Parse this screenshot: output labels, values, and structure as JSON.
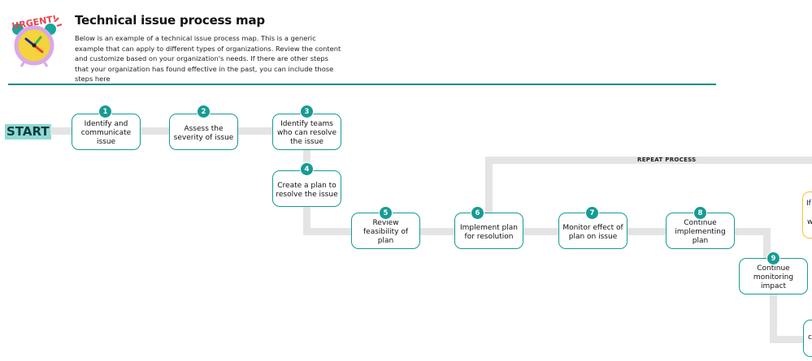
{
  "header": {
    "title": "Technical issue process map",
    "description": "Below is an example of a technical issue process map. This is a generic example that can apply to different types of organizations. Review the content and customize based on your organization's needs. If there are other steps that your organization has found effective in the past, you can include those steps here",
    "logo_text": "URGENT!"
  },
  "start_label": "START",
  "repeat_label": "REPEAT PROCESS",
  "steps": [
    {
      "number": "1",
      "label": "Identify and communicate issue"
    },
    {
      "number": "2",
      "label": "Assess the severity of issue"
    },
    {
      "number": "3",
      "label": "Identify teams who can resolve the issue"
    },
    {
      "number": "4",
      "label": "Create a plan to resolve the issue"
    },
    {
      "number": "5",
      "label": "Review feasibility of plan"
    },
    {
      "number": "6",
      "label": "Implement plan for resolution"
    },
    {
      "number": "7",
      "label": "Monitor effect of plan on issue"
    },
    {
      "number": "8",
      "label": "Continue implementing plan"
    },
    {
      "number": "9",
      "label": "Continue monitoring impact"
    }
  ],
  "partial_yellow": {
    "line1": "If",
    "line2": "w"
  },
  "partial_teal": {
    "line1": "c"
  },
  "colors": {
    "accent": "#169b94",
    "connector": "#e4e4e4",
    "start_highlight": "#8fd9d4",
    "warning_border": "#f2c230"
  }
}
